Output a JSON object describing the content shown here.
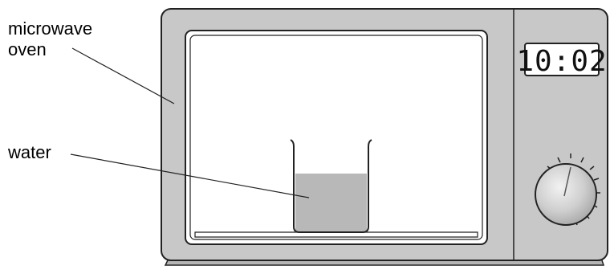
{
  "labels": {
    "oven_line1": "microwave",
    "oven_line2": "oven",
    "water": "water"
  },
  "display": {
    "time": "10:02"
  },
  "colors": {
    "casing": "#c8c8c8",
    "window": "#ffffff",
    "water": "#b8b8b8",
    "outline": "#222222",
    "knob": "#d4d4d4"
  },
  "icons": {
    "knob": "dial-knob-icon",
    "beaker": "beaker-icon"
  }
}
